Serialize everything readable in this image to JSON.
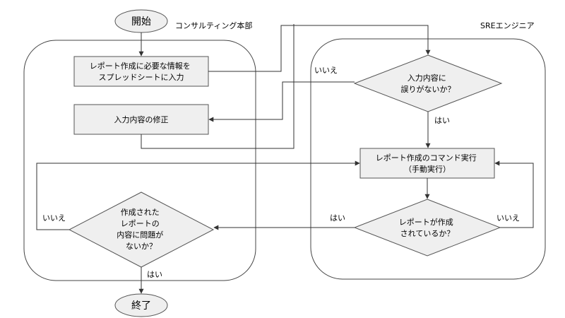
{
  "lanes": {
    "consulting": "コンサルティング本部",
    "sre": "SREエンジニア"
  },
  "nodes": {
    "start": "開始",
    "input_lines": [
      "レポート作成に必要な情報を",
      "スプレッドシートに入力"
    ],
    "fix": "入力内容の修正",
    "check_input_lines": [
      "入力内容に",
      "誤りがないか？"
    ],
    "exec_lines": [
      "レポート作成のコマンド実行",
      "（手動実行）"
    ],
    "created_lines": [
      "レポートが作成",
      "されているか？"
    ],
    "review_lines": [
      "作成された",
      "レポートの",
      "内容に問題が",
      "ないか？"
    ],
    "end": "終了"
  },
  "edge_labels": {
    "input_no": "いいえ",
    "input_yes": "はい",
    "created_yes": "はい",
    "created_no": "いいえ",
    "review_no": "いいえ",
    "review_yes": "はい"
  }
}
